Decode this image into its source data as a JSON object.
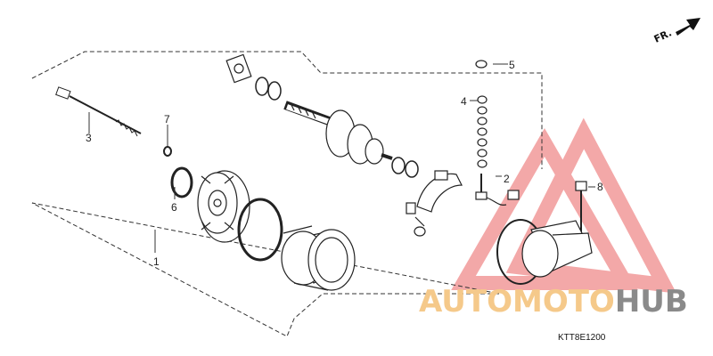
{
  "diagram": {
    "code": "KTT8E1200",
    "direction_label": "FR.",
    "callouts": [
      {
        "id": "1",
        "label": "1"
      },
      {
        "id": "2",
        "label": "2"
      },
      {
        "id": "3",
        "label": "3"
      },
      {
        "id": "4",
        "label": "4"
      },
      {
        "id": "5",
        "label": "5"
      },
      {
        "id": "6",
        "label": "6"
      },
      {
        "id": "7",
        "label": "7"
      },
      {
        "id": "8",
        "label": "8"
      }
    ]
  },
  "watermark": {
    "part1": "AUTO",
    "part2": "MOTO",
    "part3": "HUB",
    "logo": "warning-triangle-logo",
    "colors": {
      "triangle": "#f08a8a",
      "auto": "#f5c98a",
      "moto": "#f5c98a",
      "hub": "#8a8a8a"
    }
  }
}
